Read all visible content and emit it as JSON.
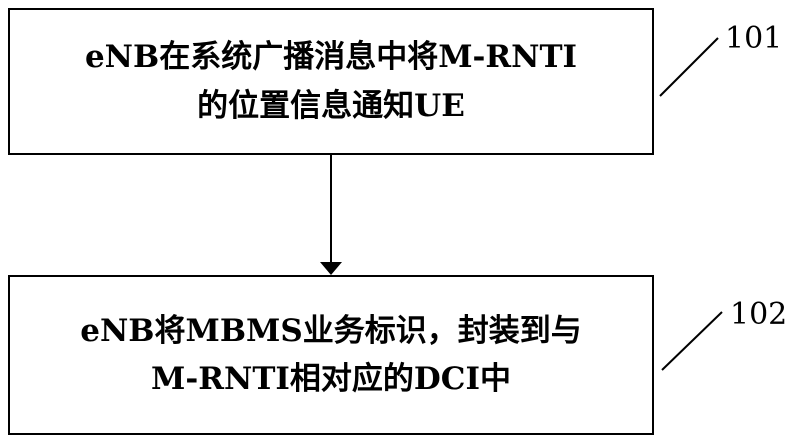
{
  "diagram": {
    "steps": [
      {
        "number": "101",
        "lines": [
          "eNB在系统广播消息中将M-RNTI",
          "的位置信息通知UE"
        ]
      },
      {
        "number": "102",
        "lines": [
          "eNB将MBMS业务标识，封装到与",
          "M-RNTI相对应的DCI中"
        ]
      }
    ]
  }
}
